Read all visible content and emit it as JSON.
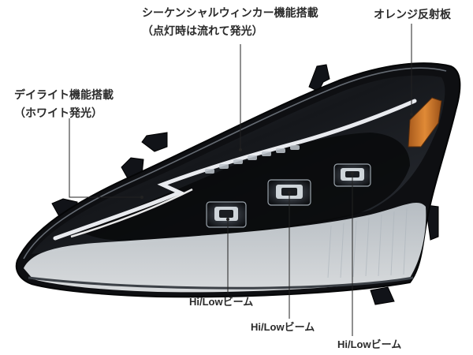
{
  "callouts": {
    "sequential_turn": {
      "line1": "シーケンシャルウィンカー機能搭載",
      "line2": "（点灯時は流れて発光）"
    },
    "orange_reflector": {
      "text": "オレンジ反射板"
    },
    "daylight": {
      "line1": "デイライト機能搭載",
      "line2": "（ホワイト発光）"
    },
    "beam_1": {
      "text": "Hi/Lowビーム"
    },
    "beam_2": {
      "text": "Hi/Lowビーム"
    },
    "beam_3": {
      "text": "Hi/Lowビーム"
    }
  },
  "colors": {
    "background": "#ffffff",
    "label_text": "#2a2a2a",
    "leader_line": "#222222",
    "lens_dark": "#1b1d21",
    "lens_clear": "#d7dde2",
    "housing_black": "#0e0f12",
    "drl_white": "#f4f7fb",
    "reflector_amber": "#c9742a"
  }
}
